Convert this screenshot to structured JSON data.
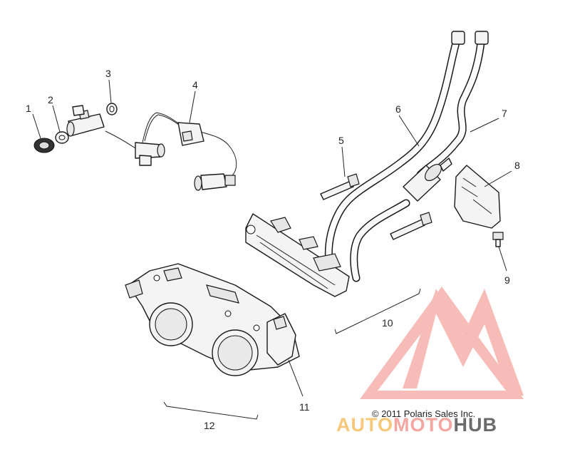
{
  "callouts": {
    "c1": "1",
    "c2": "2",
    "c3": "3",
    "c4": "4",
    "c5": "5",
    "c6": "6",
    "c7": "7",
    "c8": "8",
    "c9": "9",
    "c10": "10",
    "c11": "11",
    "c12": "12"
  },
  "copyright": "© 2011 Polaris Sales Inc.",
  "watermark": {
    "part1": "AUTO",
    "part2": "MOTO",
    "part3": "HUB",
    "colors": {
      "auto": "#f7c87a",
      "moto": "#f5a6a0",
      "hub": "#6b6b6b",
      "logo": "#f5a6a0"
    }
  }
}
